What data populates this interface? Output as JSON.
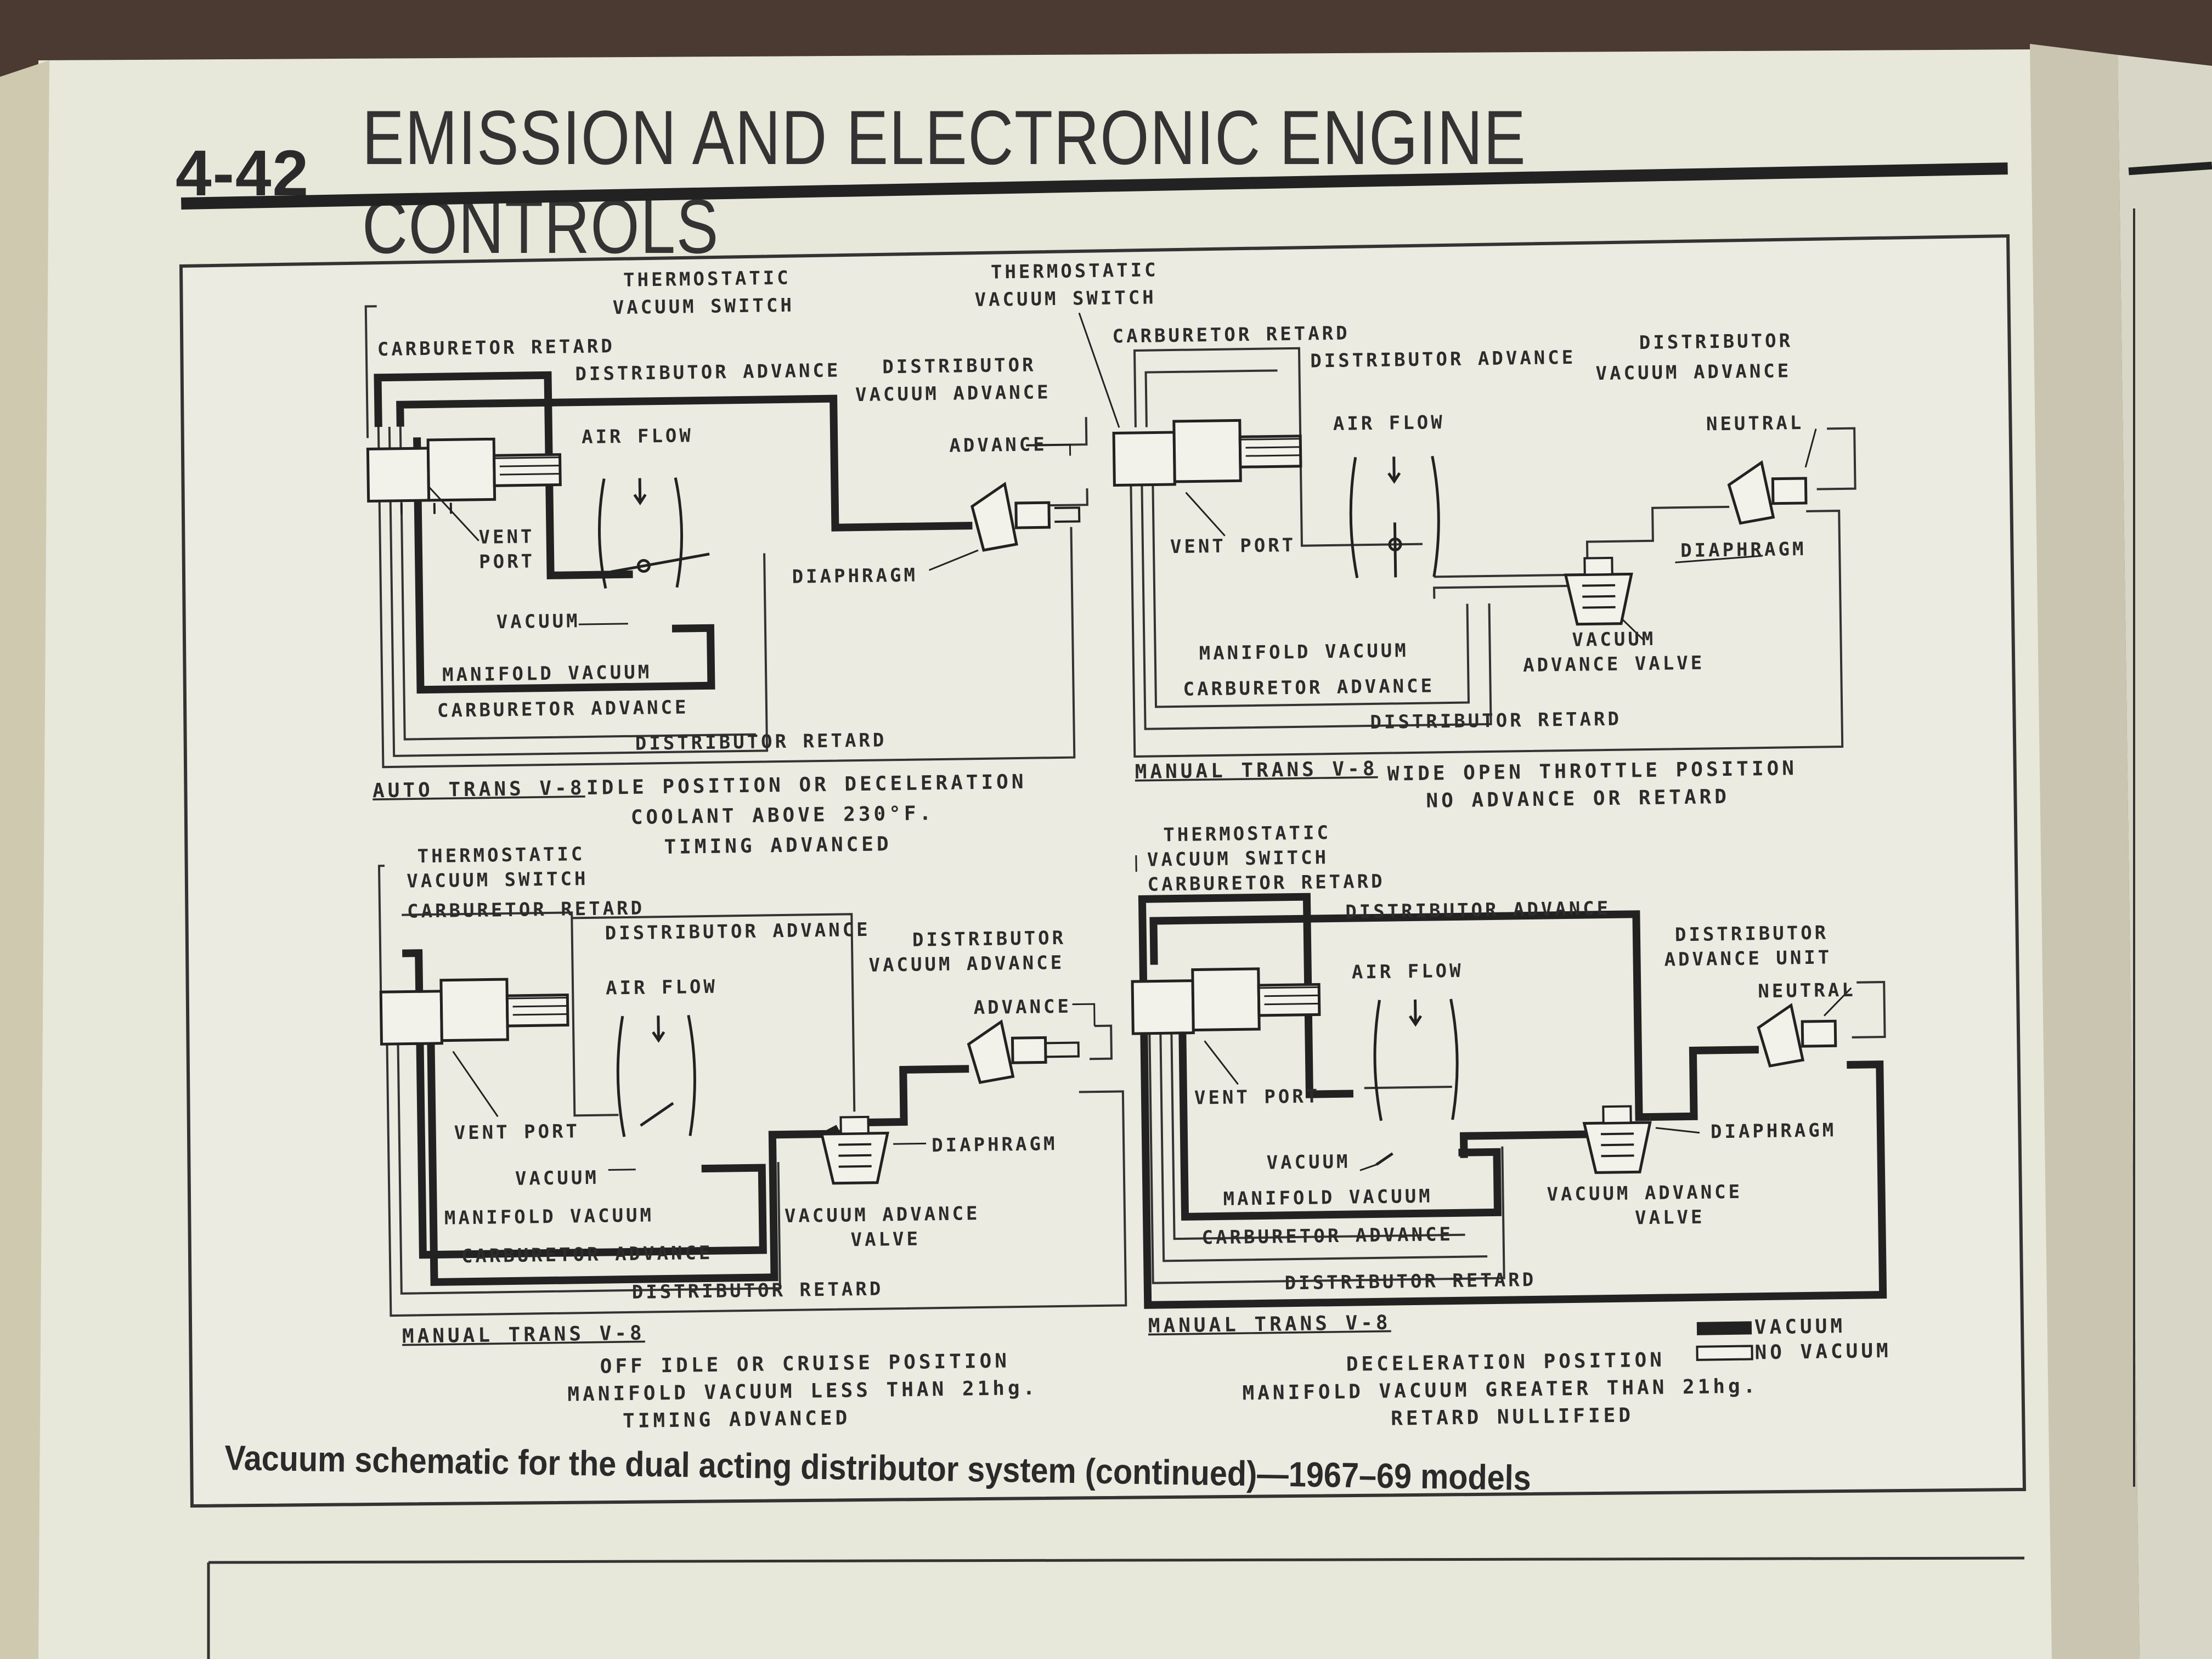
{
  "header": {
    "page_number": "4-42",
    "title": "EMISSION AND ELECTRONIC ENGINE CONTROLS"
  },
  "figure_caption": "Vacuum schematic for the dual acting distributor system (continued)—1967–69 models",
  "panels": [
    {
      "id": "top-left",
      "labels": {
        "thermostatic_switch": [
          "THERMOSTATIC",
          "VACUUM SWITCH"
        ],
        "carburetor_retard": "CARBURETOR RETARD",
        "distributor_advance": "DISTRIBUTOR ADVANCE",
        "distributor_vacuum_advance": [
          "DISTRIBUTOR",
          "VACUUM ADVANCE"
        ],
        "air_flow": "AIR FLOW",
        "advance": "ADVANCE",
        "vent_port": [
          "VENT",
          "PORT"
        ],
        "diaphragm": "DIAPHRAGM",
        "vacuum": "VACUUM",
        "manifold_vacuum": "MANIFOLD VACUUM",
        "carburetor_advance": "CARBURETOR ADVANCE",
        "distributor_retard": "DISTRIBUTOR RETARD"
      },
      "trans": "AUTO TRANS V-8",
      "caption": [
        "IDLE POSITION OR DECELERATION",
        "COOLANT ABOVE 230°F.",
        "TIMING ADVANCED"
      ]
    },
    {
      "id": "top-right",
      "labels": {
        "thermostatic_switch": [
          "THERMOSTATIC",
          "VACUUM SWITCH"
        ],
        "carburetor_retard": "CARBURETOR RETARD",
        "distributor_advance": "DISTRIBUTOR ADVANCE",
        "distributor_vacuum_advance": [
          "DISTRIBUTOR",
          "VACUUM ADVANCE"
        ],
        "air_flow": "AIR FLOW",
        "neutral": "NEUTRAL",
        "vent_port": "VENT PORT",
        "diaphragm": "DIAPHRAGM",
        "manifold_vacuum": "MANIFOLD VACUUM",
        "vacuum_advance_valve": [
          "VACUUM",
          "ADVANCE VALVE"
        ],
        "carburetor_advance": "CARBURETOR ADVANCE",
        "distributor_retard": "DISTRIBUTOR RETARD"
      },
      "trans": "MANUAL TRANS V-8",
      "caption": [
        "WIDE OPEN THROTTLE POSITION",
        "NO ADVANCE OR RETARD"
      ]
    },
    {
      "id": "bottom-left",
      "labels": {
        "thermostatic_switch": [
          "THERMOSTATIC",
          "VACUUM SWITCH"
        ],
        "carburetor_retard": "CARBURETOR RETARD",
        "distributor_advance": "DISTRIBUTOR ADVANCE",
        "distributor_vacuum_advance": [
          "DISTRIBUTOR",
          "VACUUM ADVANCE"
        ],
        "air_flow": "AIR FLOW",
        "advance": "ADVANCE",
        "vent_port": "VENT PORT",
        "diaphragm": "DIAPHRAGM",
        "vacuum": "VACUUM",
        "manifold_vacuum": "MANIFOLD VACUUM",
        "vacuum_advance_valve": [
          "VACUUM ADVANCE",
          "VALVE"
        ],
        "carburetor_advance": "CARBURETOR ADVANCE",
        "distributor_retard": "DISTRIBUTOR RETARD"
      },
      "trans": "MANUAL TRANS V-8",
      "caption": [
        "OFF IDLE OR CRUISE POSITION",
        "MANIFOLD VACUUM LESS THAN 21hg.",
        "TIMING ADVANCED"
      ]
    },
    {
      "id": "bottom-right",
      "labels": {
        "thermostatic_switch": [
          "THERMOSTATIC",
          "VACUUM SWITCH"
        ],
        "carburetor_retard": "CARBURETOR RETARD",
        "distributor_advance": "DISTRIBUTOR ADVANCE",
        "distributor_advance_unit": [
          "DISTRIBUTOR",
          "ADVANCE UNIT"
        ],
        "air_flow": "AIR FLOW",
        "neutral": "NEUTRAL",
        "vent_port": "VENT PORT",
        "diaphragm": "DIAPHRAGM",
        "vacuum": "VACUUM",
        "manifold_vacuum": "MANIFOLD VACUUM",
        "vacuum_advance_valve": [
          "VACUUM ADVANCE",
          "VALVE"
        ],
        "carburetor_advance": "CARBURETOR ADVANCE",
        "distributor_retard": "DISTRIBUTOR RETARD"
      },
      "trans": "MANUAL TRANS V-8",
      "caption": [
        "DECELERATION POSITION",
        "MANIFOLD VACUUM GREATER THAN 21hg.",
        "RETARD NULLIFIED"
      ]
    }
  ],
  "legend": {
    "vacuum": "VACUUM",
    "no_vacuum": "NO VACUUM"
  },
  "colors": {
    "paper": "#e9e9dd",
    "ink": "#2c2c2c",
    "page_edge": "#d8d6c4"
  }
}
